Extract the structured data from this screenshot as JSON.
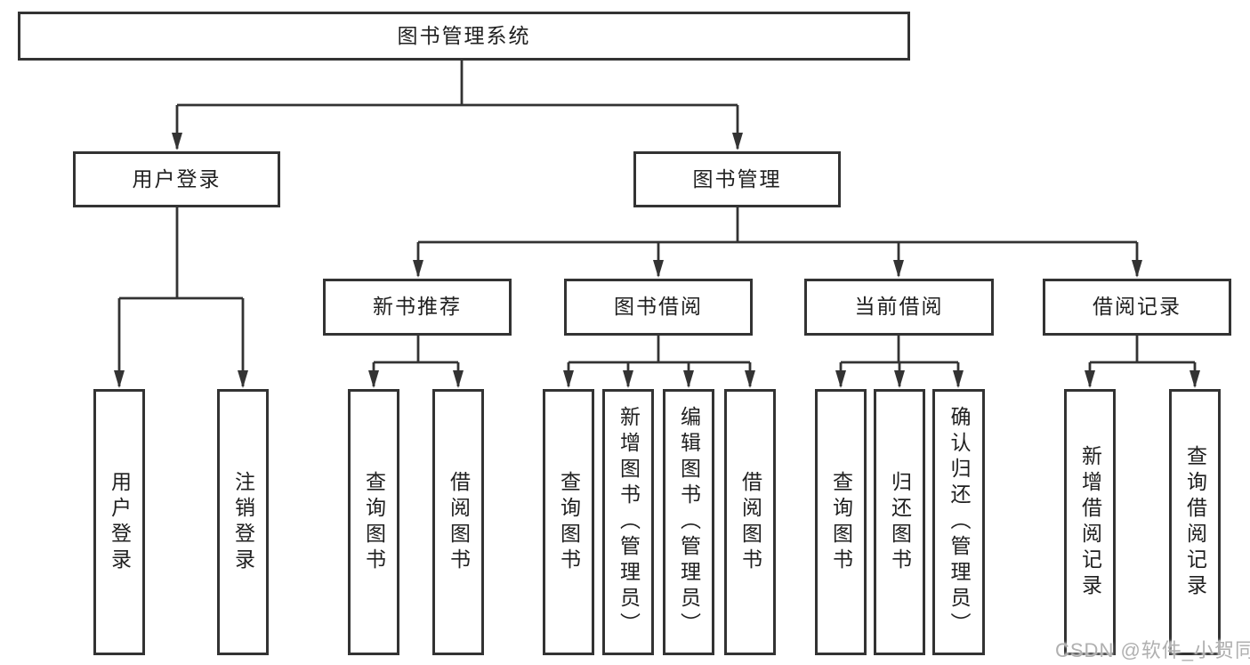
{
  "diagram_type": "functional-structure-tree",
  "watermark": "CSDN @软件_小贺同学",
  "colors": {
    "line": "#333333",
    "box_border": "#333333",
    "box_background": "#ffffff",
    "text": "#202020",
    "watermark_text": "#b0b0b0"
  },
  "tree": {
    "label": "图书管理系统",
    "children": [
      {
        "label": "用户登录",
        "children": [
          {
            "label": "用户登录"
          },
          {
            "label": "注销登录"
          }
        ]
      },
      {
        "label": "图书管理",
        "children": [
          {
            "label": "新书推荐",
            "children": [
              {
                "label": "查询图书"
              },
              {
                "label": "借阅图书"
              }
            ]
          },
          {
            "label": "图书借阅",
            "children": [
              {
                "label": "查询图书"
              },
              {
                "label": "新增图书（管理员）"
              },
              {
                "label": "编辑图书（管理员）"
              },
              {
                "label": "借阅图书"
              }
            ]
          },
          {
            "label": "当前借阅",
            "children": [
              {
                "label": "查询图书"
              },
              {
                "label": "归还图书"
              },
              {
                "label": "确认归还（管理员）"
              }
            ]
          },
          {
            "label": "借阅记录",
            "children": [
              {
                "label": "新增借阅记录"
              },
              {
                "label": "查询借阅记录"
              }
            ]
          }
        ]
      }
    ]
  }
}
